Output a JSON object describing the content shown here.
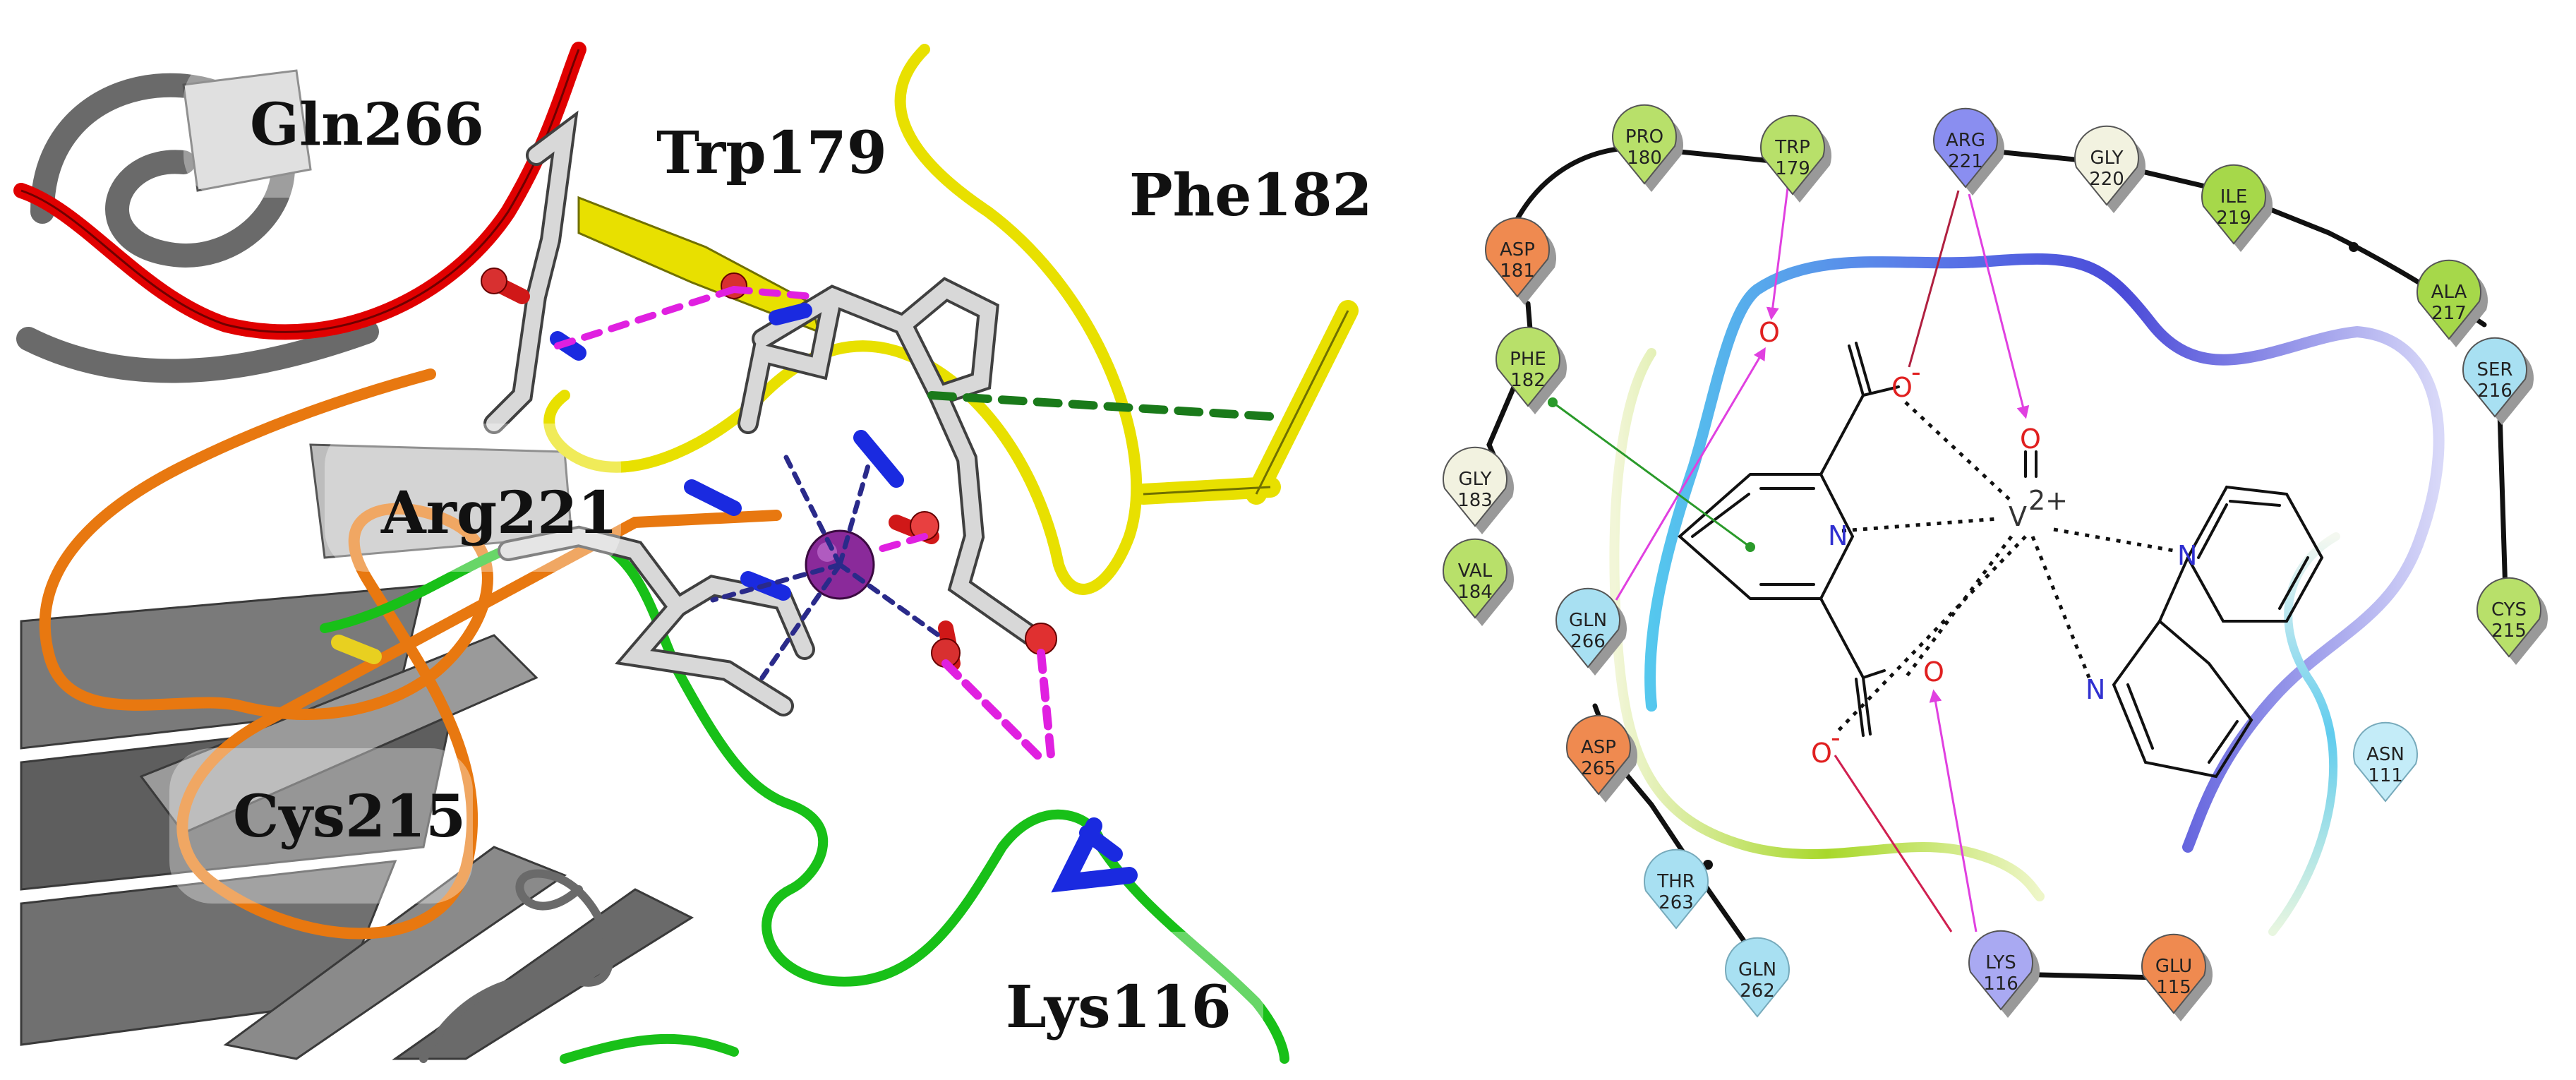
{
  "left_panel": {
    "labels": [
      {
        "id": "gln266",
        "text": "Gln266"
      },
      {
        "id": "trp179",
        "text": "Trp179"
      },
      {
        "id": "phe182",
        "text": "Phe182"
      },
      {
        "id": "arg221",
        "text": "Arg221"
      },
      {
        "id": "cys215",
        "text": "Cys215"
      },
      {
        "id": "lys116",
        "text": "Lys116"
      }
    ]
  },
  "right_panel": {
    "residues": [
      {
        "name": "PRO",
        "num": "180",
        "color": "#b8e06a"
      },
      {
        "name": "TRP",
        "num": "179",
        "color": "#b8e06a"
      },
      {
        "name": "ARG",
        "num": "221",
        "color": "#8a8ef0"
      },
      {
        "name": "GLY",
        "num": "220",
        "color": "#f2f2e0"
      },
      {
        "name": "ILE",
        "num": "219",
        "color": "#a6d84a"
      },
      {
        "name": "ASP",
        "num": "181",
        "color": "#ef8a50"
      },
      {
        "name": "ALA",
        "num": "217",
        "color": "#a6d84a"
      },
      {
        "name": "PHE",
        "num": "182",
        "color": "#b8e06a"
      },
      {
        "name": "SER",
        "num": "216",
        "color": "#a8e0f2"
      },
      {
        "name": "GLY",
        "num": "183",
        "color": "#f2f2e0"
      },
      {
        "name": "VAL",
        "num": "184",
        "color": "#b8e06a"
      },
      {
        "name": "GLN",
        "num": "266",
        "color": "#a8e0f2"
      },
      {
        "name": "CYS",
        "num": "215",
        "color": "#b8e06a"
      },
      {
        "name": "ASP",
        "num": "265",
        "color": "#ef8a50"
      },
      {
        "name": "ASN",
        "num": "111",
        "color": "#c4ecf8"
      },
      {
        "name": "THR",
        "num": "263",
        "color": "#a8e0f2"
      },
      {
        "name": "GLN",
        "num": "262",
        "color": "#a8e0f2"
      },
      {
        "name": "LYS",
        "num": "116",
        "color": "#a9a9f2"
      },
      {
        "name": "GLU",
        "num": "115",
        "color": "#ef8a50"
      }
    ],
    "atoms": {
      "o_top": "O",
      "o_minus_top": "O",
      "minus_sign": "-",
      "o_vanadyl": "O",
      "vanadium": "V",
      "v_charge": "2+",
      "n_pyridine": "N",
      "n_bipy_top": "N",
      "n_bipy_bottom": "N",
      "o_bottom": "O",
      "o_minus_bottom": "O"
    }
  }
}
